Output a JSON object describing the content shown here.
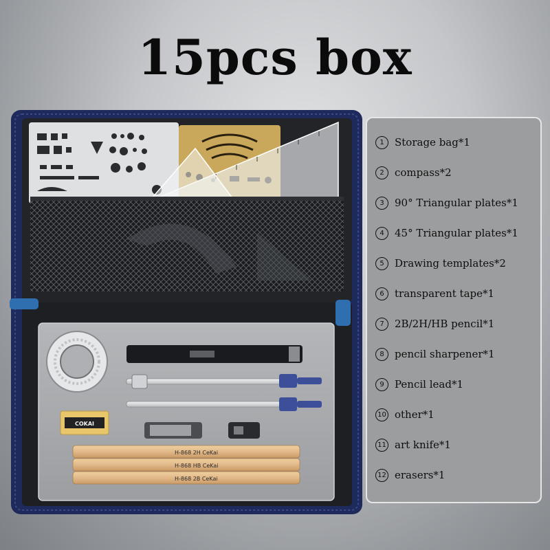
{
  "title": "15pcs box",
  "items": [
    {
      "num": "1",
      "label": "Storage bag*1"
    },
    {
      "num": "2",
      "label": "compass*2"
    },
    {
      "num": "3",
      "label": "90° Triangular plates*1"
    },
    {
      "num": "4",
      "label": "45° Triangular plates*1"
    },
    {
      "num": "5",
      "label": "Drawing templates*2"
    },
    {
      "num": "6",
      "label": "transparent tape*1"
    },
    {
      "num": "7",
      "label": "2B/2H/HB pencil*1"
    },
    {
      "num": "8",
      "label": "pencil sharpener*1"
    },
    {
      "num": "9",
      "label": "Pencil lead*1"
    },
    {
      "num": "10",
      "label": "other*1"
    },
    {
      "num": "11",
      "label": "art knife*1"
    },
    {
      "num": "12",
      "label": "erasers*1"
    }
  ],
  "product": {
    "eraser_brand": "COKAI",
    "pencils": [
      "H-868 2H CeKai",
      "H-868 HB CeKai",
      "H-868 2B CeKai"
    ]
  },
  "colors": {
    "case_blue": "#1f2a5c",
    "tray": "#a9abae",
    "legend_bg": "#9c9d9f",
    "pencil": "#e2b98a",
    "template_gold": "#c9a85b"
  }
}
